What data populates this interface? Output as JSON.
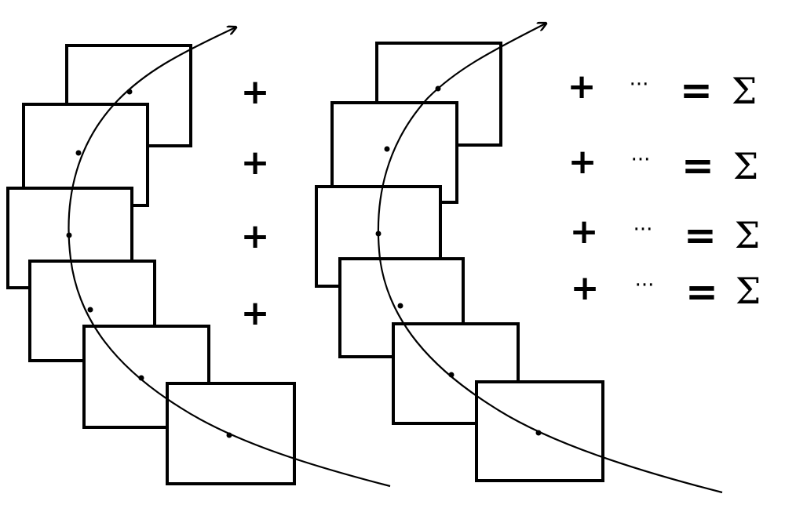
{
  "left_panel": {
    "frame_count": 6,
    "operators": [
      "+",
      "+",
      "+",
      "+"
    ]
  },
  "right_panel": {
    "frame_count": 6,
    "rows": [
      {
        "plus": "+",
        "ellipsis": "···",
        "equals": "=",
        "sum": "Σ"
      },
      {
        "plus": "+",
        "ellipsis": "···",
        "equals": "=",
        "sum": "Σ"
      },
      {
        "plus": "+",
        "ellipsis": "···",
        "equals": "=",
        "sum": "Σ"
      },
      {
        "plus": "+",
        "ellipsis": "···",
        "equals": "=",
        "sum": "Σ"
      }
    ]
  },
  "colors": {
    "stroke": "#000000",
    "background": "#ffffff"
  }
}
